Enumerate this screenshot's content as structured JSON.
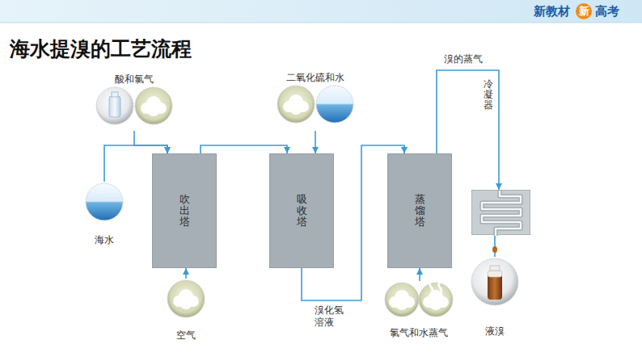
{
  "diagram": {
    "title": "海水提溴的工艺流程",
    "nodes": [
      {
        "text": [
          "酸和氯气"
        ]
      },
      {
        "text": [
          "二氧化硫和水"
        ]
      },
      {
        "text": [
          "海水"
        ]
      },
      {
        "text": [
          "吹出塔"
        ]
      },
      {
        "text": [
          "吸收塔"
        ]
      },
      {
        "text": [
          "蒸馏塔"
        ]
      },
      {
        "text": [
          "冷凝器"
        ]
      },
      {
        "text": [
          "空气"
        ]
      },
      {
        "text": [
          "氯气和水蒸气"
        ]
      },
      {
        "text": [
          "液溴"
        ]
      }
    ],
    "edges": [
      {
        "from": 0,
        "to": 3,
        "arrow": "to"
      },
      {
        "from": 2,
        "to": 3,
        "arrow": "to"
      },
      {
        "from": 7,
        "to": 3,
        "arrow": "to"
      },
      {
        "from": 3,
        "to": 4,
        "arrow": "to"
      },
      {
        "from": 1,
        "to": 4,
        "arrow": "to"
      },
      {
        "from": 4,
        "to": 5,
        "arrow": "to",
        "label": "溴化氢溶液"
      },
      {
        "from": 8,
        "to": 5,
        "arrow": "to"
      },
      {
        "from": 5,
        "to": 6,
        "arrow": "to",
        "label": "溴的蒸气"
      },
      {
        "from": 6,
        "to": 9,
        "arrow": "none"
      }
    ],
    "labels": [
      "新教材",
      "新",
      "高考"
    ]
  }
}
